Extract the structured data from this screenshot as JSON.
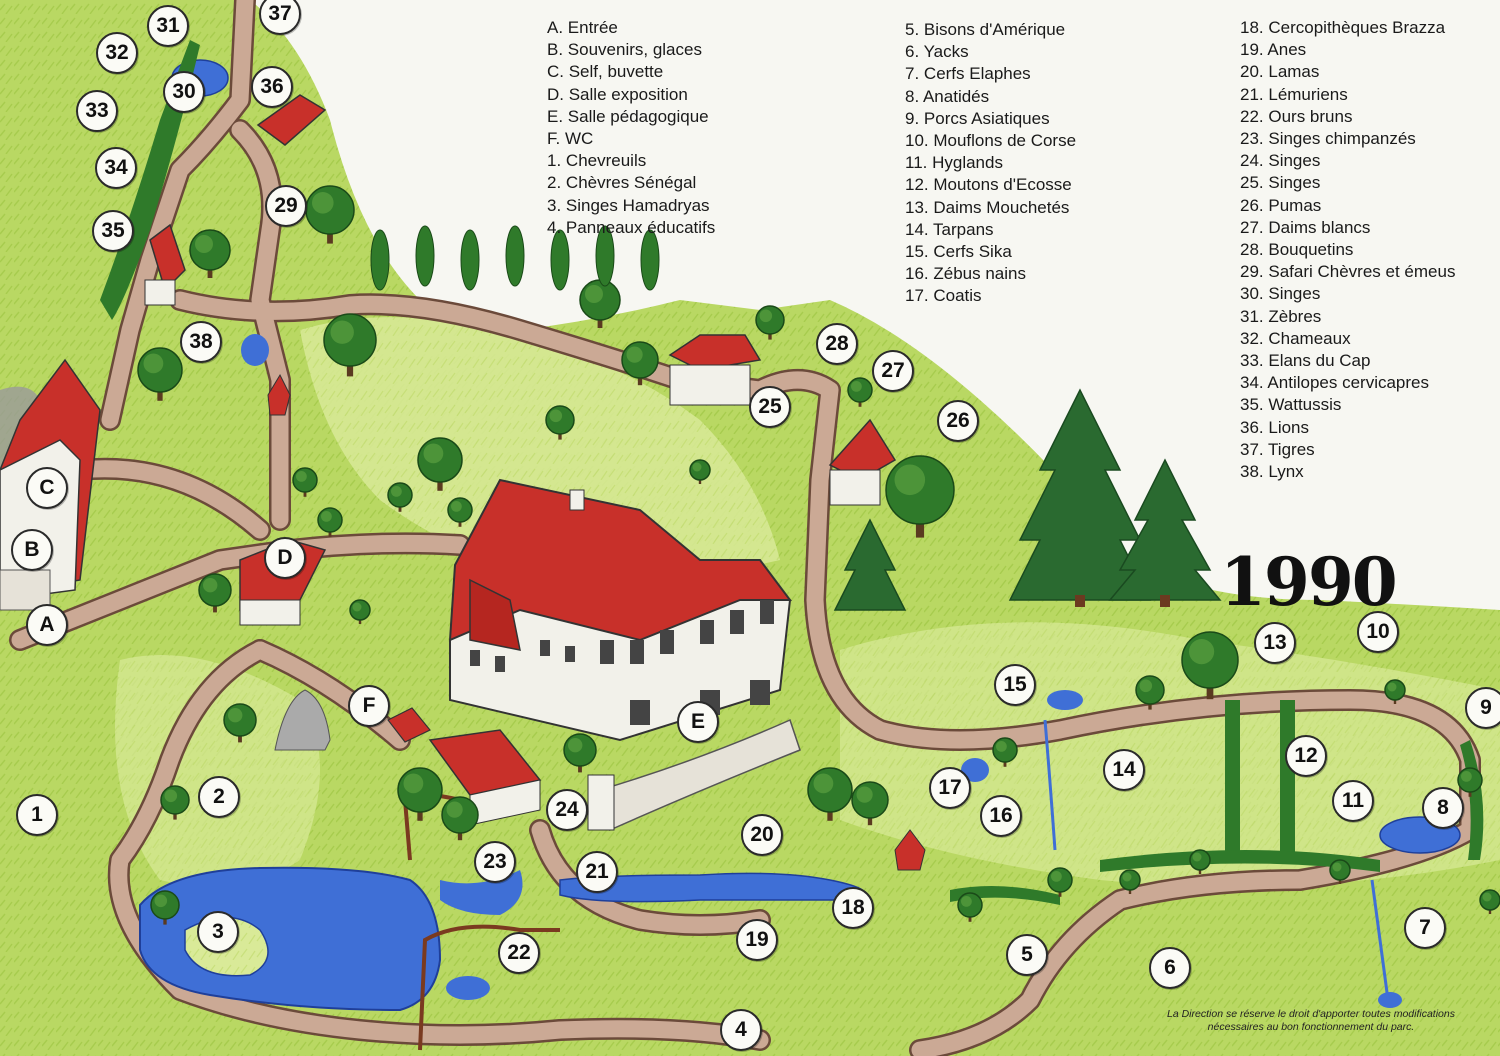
{
  "legend": {
    "column1": [
      {
        "key": "A.",
        "label": "Entrée"
      },
      {
        "key": "B.",
        "label": "Souvenirs, glaces"
      },
      {
        "key": "C.",
        "label": "Self, buvette"
      },
      {
        "key": "D.",
        "label": "Salle exposition"
      },
      {
        "key": "E.",
        "label": "Salle pédagogique"
      },
      {
        "key": "F.",
        "label": "WC"
      },
      {
        "key": "1.",
        "label": "Chevreuils"
      },
      {
        "key": "2.",
        "label": "Chèvres Sénégal"
      },
      {
        "key": "3.",
        "label": "Singes Hamadryas"
      },
      {
        "key": "4.",
        "label": "Panneaux éducatifs"
      }
    ],
    "column2": [
      {
        "key": "5.",
        "label": "Bisons d'Amérique"
      },
      {
        "key": "6.",
        "label": "Yacks"
      },
      {
        "key": "7.",
        "label": "Cerfs Elaphes"
      },
      {
        "key": "8.",
        "label": "Anatidés"
      },
      {
        "key": "9.",
        "label": "Porcs Asiatiques"
      },
      {
        "key": "10.",
        "label": "Mouflons de Corse"
      },
      {
        "key": "11.",
        "label": "Hyglands"
      },
      {
        "key": "12.",
        "label": "Moutons d'Ecosse"
      },
      {
        "key": "13.",
        "label": "Daims Mouchetés"
      },
      {
        "key": "14.",
        "label": "Tarpans"
      },
      {
        "key": "15.",
        "label": "Cerfs Sika"
      },
      {
        "key": "16.",
        "label": "Zébus nains"
      },
      {
        "key": "17.",
        "label": "Coatis"
      }
    ],
    "column3": [
      {
        "key": "18.",
        "label": "Cercopithèques Brazza"
      },
      {
        "key": "19.",
        "label": "Anes"
      },
      {
        "key": "20.",
        "label": "Lamas"
      },
      {
        "key": "21.",
        "label": "Lémuriens"
      },
      {
        "key": "22.",
        "label": "Ours bruns"
      },
      {
        "key": "23.",
        "label": "Singes chimpanzés"
      },
      {
        "key": "24.",
        "label": "Singes"
      },
      {
        "key": "25.",
        "label": "Singes"
      },
      {
        "key": "26.",
        "label": "Pumas"
      },
      {
        "key": "27.",
        "label": "Daims blancs"
      },
      {
        "key": "28.",
        "label": "Bouquetins"
      },
      {
        "key": "29.",
        "label": "Safari Chèvres et émeus"
      },
      {
        "key": "30.",
        "label": "Singes"
      },
      {
        "key": "31.",
        "label": "Zèbres"
      },
      {
        "key": "32.",
        "label": "Chameaux"
      },
      {
        "key": "33.",
        "label": "Elans du Cap"
      },
      {
        "key": "34.",
        "label": "Antilopes cervicapres"
      },
      {
        "key": "35.",
        "label": "Wattussis"
      },
      {
        "key": "36.",
        "label": "Lions"
      },
      {
        "key": "37.",
        "label": "Tigres"
      },
      {
        "key": "38.",
        "label": "Lynx"
      }
    ]
  },
  "markers": [
    "A",
    "B",
    "C",
    "D",
    "E",
    "F",
    "1",
    "2",
    "3",
    "4",
    "5",
    "6",
    "7",
    "8",
    "9",
    "10",
    "11",
    "12",
    "13",
    "14",
    "15",
    "16",
    "17",
    "18",
    "19",
    "20",
    "21",
    "22",
    "23",
    "24",
    "25",
    "26",
    "27",
    "28",
    "29",
    "30",
    "31",
    "32",
    "33",
    "34",
    "35",
    "36",
    "37",
    "38"
  ],
  "year": "1990",
  "footnote": {
    "line1": "La Direction se réserve le droit d'apporter toutes modifications",
    "line2": "nécessaires au bon fonctionnement du parc."
  },
  "colors": {
    "grass": "#b8d860",
    "grass_light": "#dcec9a",
    "path": "#c9a48e",
    "path_edge": "#6b4a3a",
    "water": "#3f6fd6",
    "roof": "#c8302a",
    "tree": "#2f7a2a",
    "conifer": "#2a6a30"
  }
}
